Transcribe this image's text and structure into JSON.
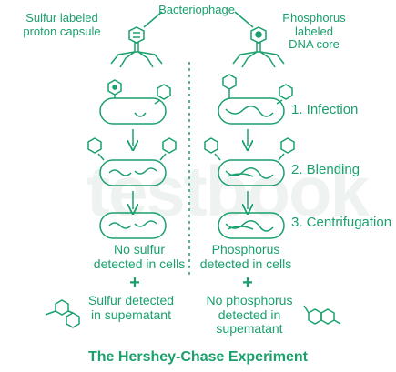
{
  "labels": {
    "sulfur_capsule": "Sulfur labeled\nproton capsule",
    "bacteriophage": "Bacteriophage",
    "phosphorus_core": "Phosphorus\nlabeled\nDNA core",
    "infection": "1. Infection",
    "blending": "2. Blending",
    "centrifugation": "3. Centrifugation",
    "left_cells": "No sulfur\ndetected in cells",
    "right_cells": "Phosphorus\ndetected in cells",
    "plus_left": "+",
    "plus_right": "+",
    "left_supernatant": "Sulfur detected\nin supematant",
    "right_supernatant": "No phosphorus\ndetected in\nsupematant",
    "title": "The Hershey-Chase Experiment",
    "watermark": "testbook"
  },
  "colors": {
    "accent": "#1aa06d",
    "line": "#1aa06d",
    "dots": "#7ccfb0"
  }
}
